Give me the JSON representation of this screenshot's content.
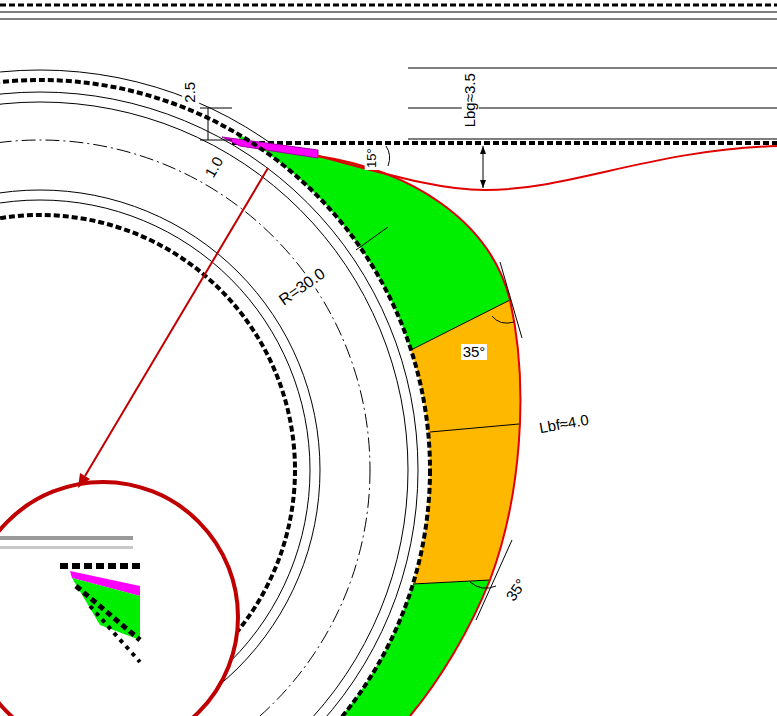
{
  "diagram": {
    "labels": [
      "2.5",
      "1.0",
      "Lbg≈3.5",
      "15°",
      "R=30.0",
      "35°",
      "Lbf≈4.0",
      "35°"
    ]
  }
}
